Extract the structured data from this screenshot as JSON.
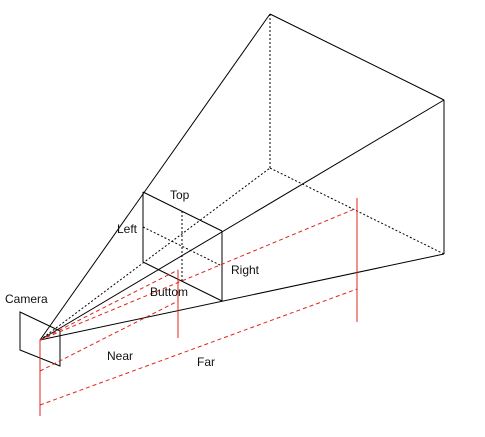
{
  "labels": {
    "camera": "Camera",
    "top": "Top",
    "left": "Left",
    "right": "Right",
    "bottom": "Buttom",
    "near": "Near",
    "far": "Far"
  },
  "colors": {
    "lines": "#000000",
    "measure": "#e0261b"
  }
}
